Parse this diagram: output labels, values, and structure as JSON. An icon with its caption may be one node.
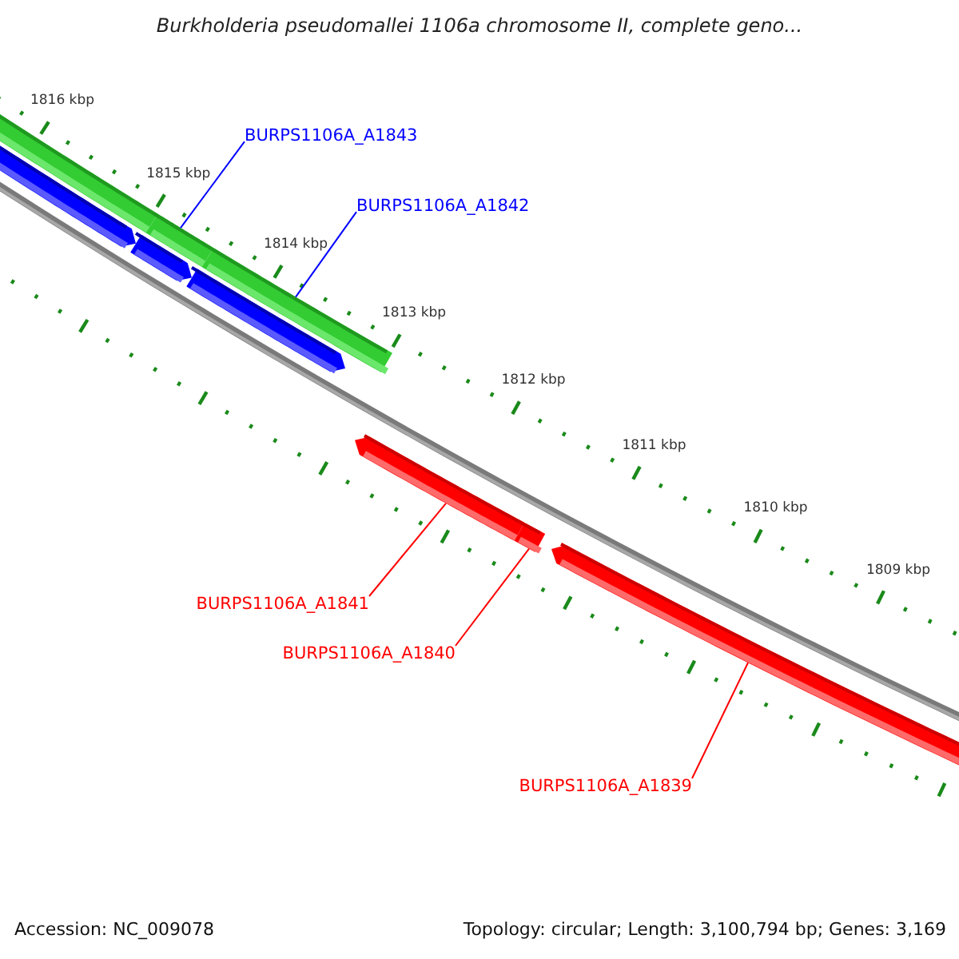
{
  "diagram": {
    "title": "Burkholderia pseudomallei 1106a chromosome II, complete geno...",
    "nodes": [
      {
        "text": [
          "BURPS1106A_A1843"
        ]
      },
      {
        "text": [
          "BURPS1106A_A1842"
        ]
      },
      {
        "text": [
          "BURPS1106A_A1841"
        ]
      },
      {
        "text": [
          "BURPS1106A_A1840"
        ]
      },
      {
        "text": [
          "BURPS1106A_A1839"
        ]
      },
      {
        "text": [],
        "shape": "bar"
      },
      {
        "text": [],
        "shape": "bar"
      },
      {
        "text": [],
        "shape": "bar"
      },
      {
        "text": [],
        "shape": "bar"
      },
      {
        "text": [],
        "shape": "bar"
      },
      {
        "text": [],
        "shape": "bar"
      },
      {
        "text": [],
        "shape": "bar"
      },
      {
        "text": [],
        "shape": "bar"
      },
      {
        "text": [],
        "shape": "bar"
      }
    ],
    "edges": [
      {
        "from": 0,
        "to": 6,
        "arrow": "none",
        "color": "#0000ff"
      },
      {
        "from": 1,
        "to": 7,
        "arrow": "none",
        "color": "#0000ff"
      },
      {
        "from": 2,
        "to": 11,
        "arrow": "none"
      },
      {
        "from": 3,
        "to": 12,
        "arrow": "none"
      },
      {
        "from": 4,
        "to": 13,
        "arrow": "none"
      }
    ],
    "labels": [
      "1816 kbp",
      "1815 kbp",
      "1814 kbp",
      "1813 kbp",
      "1812 kbp",
      "1811 kbp",
      "1810 kbp",
      "1809 kbp",
      "Accession: NC_009078",
      "Topology: circular; Length: 3,100,794 bp; Genes: 3,169"
    ]
  }
}
